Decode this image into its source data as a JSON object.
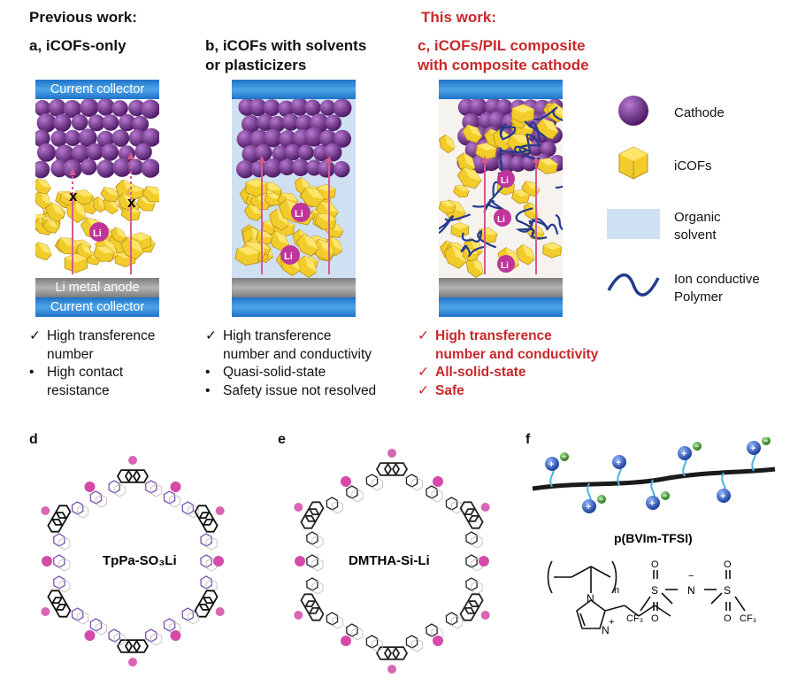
{
  "header": {
    "previous": "Previous work:",
    "this_work": "This work:"
  },
  "panel_a": {
    "title": "a, iCOFs-only",
    "collector_top": "Current collector",
    "anode": "Li metal anode",
    "collector_bottom": "Current collector",
    "ion": "Li",
    "blocked_mark": "x",
    "bullets": [
      {
        "mark": "✓",
        "text": "High transference"
      },
      {
        "mark": "",
        "text": "number"
      },
      {
        "mark": "•",
        "text": "High contact"
      },
      {
        "mark": "",
        "text": "resistance"
      }
    ]
  },
  "panel_b": {
    "title_line1": "b, iCOFs with solvents",
    "title_line2": "or plasticizers",
    "ion": "Li",
    "bullets": [
      {
        "mark": "✓",
        "text": "High transference"
      },
      {
        "mark": "",
        "text": "number and conductivity"
      },
      {
        "mark": "•",
        "text": "Quasi-solid-state"
      },
      {
        "mark": "•",
        "text": "Safety issue not resolved"
      }
    ]
  },
  "panel_c": {
    "title_line1": "c, iCOFs/PIL composite",
    "title_line2": "with composite cathode",
    "ion": "Li",
    "bullets": [
      {
        "mark": "✓",
        "text": "High transference"
      },
      {
        "mark": "",
        "text": "number and conductivity"
      },
      {
        "mark": "✓",
        "text": "All-solid-state"
      },
      {
        "mark": "✓",
        "text": "Safe"
      }
    ]
  },
  "legend": {
    "cathode": "Cathode",
    "icofs": "iCOFs",
    "solvent_line1": "Organic",
    "solvent_line2": "solvent",
    "polymer_line1": "Ion conductive",
    "polymer_line2": "Polymer"
  },
  "panel_d": {
    "label": "d",
    "name": "TpPa-SO₃Li"
  },
  "panel_e": {
    "label": "e",
    "name": "DMTHA-Si-Li"
  },
  "panel_f": {
    "label": "f",
    "name": "p(BVIm-TFSI)",
    "subscript_n": "n",
    "cf3": "CF₃",
    "nitrogen": "N",
    "oxygen": "O",
    "sulfur": "S",
    "plus": "+",
    "minus": "−"
  },
  "colors": {
    "red_text": "#c8282a",
    "cathode": "#6a2a86",
    "icof": "#f2cc2a",
    "collector": "#2d80d4",
    "anode": "#9a9a9a",
    "arrow": "#d65a8c",
    "solvent": "#cfe0f2",
    "polymer": "#243a8c",
    "cation": "#2c5fc0",
    "anion": "#4caa2c",
    "magenta": "#d44aa8"
  }
}
